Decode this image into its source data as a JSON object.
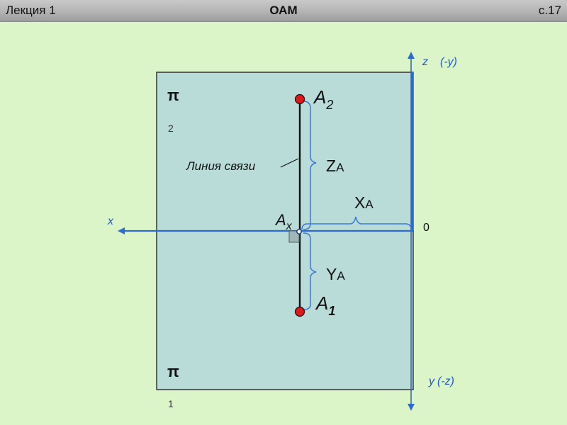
{
  "header": {
    "left": "Лекция 1",
    "center": "ОАМ",
    "right": "с.17"
  },
  "diagram": {
    "plane_upper": {
      "symbol": "π",
      "subscript": "2"
    },
    "plane_lower": {
      "symbol": "π",
      "subscript": "1"
    },
    "axis_z": {
      "letter": "z",
      "note": "(-y)"
    },
    "axis_y": {
      "letter": "y",
      "note": "(-z)"
    },
    "axis_x": "x",
    "origin": "0",
    "projection_frontal": {
      "letter": "A",
      "subscript": "2"
    },
    "projection_horizontal": {
      "letter": "A",
      "subscript": "1"
    },
    "point_on_axis": {
      "letter": "A",
      "subscript": "x"
    },
    "link_line_label": "Линия связи",
    "dim_z": {
      "letter": "Z",
      "subscript": "A"
    },
    "dim_x": {
      "letter": "X",
      "subscript": "A"
    },
    "dim_y": {
      "letter": "Y",
      "subscript": "A"
    },
    "colors": {
      "background": "#dcf5c8",
      "plane_fill": "#b9dcd9",
      "axis": "#2e6bd0",
      "brace": "#3a78d8",
      "point": "#e01818"
    }
  }
}
